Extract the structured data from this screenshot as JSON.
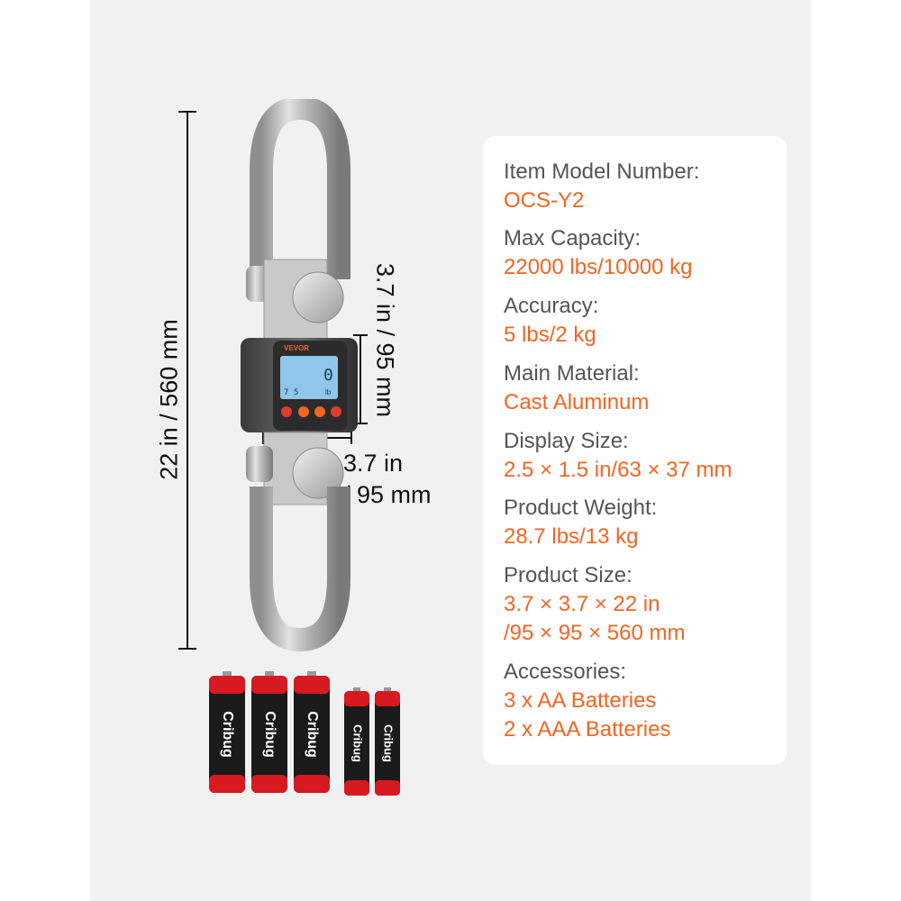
{
  "dimensions": {
    "height_label": "22 in / 560 mm",
    "body_height_label": "3.7 in / 95 mm",
    "width_label_line1": "3.7 in",
    "width_label_line2": "/ 95 mm"
  },
  "device": {
    "brand": "VEVOR",
    "display_reading": "0",
    "display_unit": "lb",
    "colors": {
      "accent": "#f26522",
      "screen": "#8fc6ea"
    }
  },
  "specs": [
    {
      "label": "Item Model Number:",
      "value": [
        "OCS-Y2"
      ]
    },
    {
      "label": "Max Capacity:",
      "value": [
        "22000 lbs/10000 kg"
      ]
    },
    {
      "label": "Accuracy:",
      "value": [
        "5 lbs/2 kg"
      ]
    },
    {
      "label": "Main Material:",
      "value": [
        "Cast Aluminum"
      ]
    },
    {
      "label": "Display Size:",
      "value": [
        "2.5 × 1.5 in/63 × 37 mm"
      ]
    },
    {
      "label": "Product Weight:",
      "value": [
        "28.7 lbs/13 kg"
      ]
    },
    {
      "label": "Product Size:",
      "value": [
        "3.7 × 3.7 × 22 in",
        "/95 × 95 × 560 mm"
      ]
    },
    {
      "label": "Accessories:",
      "value": [
        "3 x AA Batteries",
        "2 x AAA Batteries"
      ]
    }
  ],
  "batteries": {
    "brand": "Cribug",
    "count_aa": 3,
    "count_aaa": 2,
    "colors": {
      "red": "#d71920",
      "black": "#1a1a1a"
    }
  }
}
